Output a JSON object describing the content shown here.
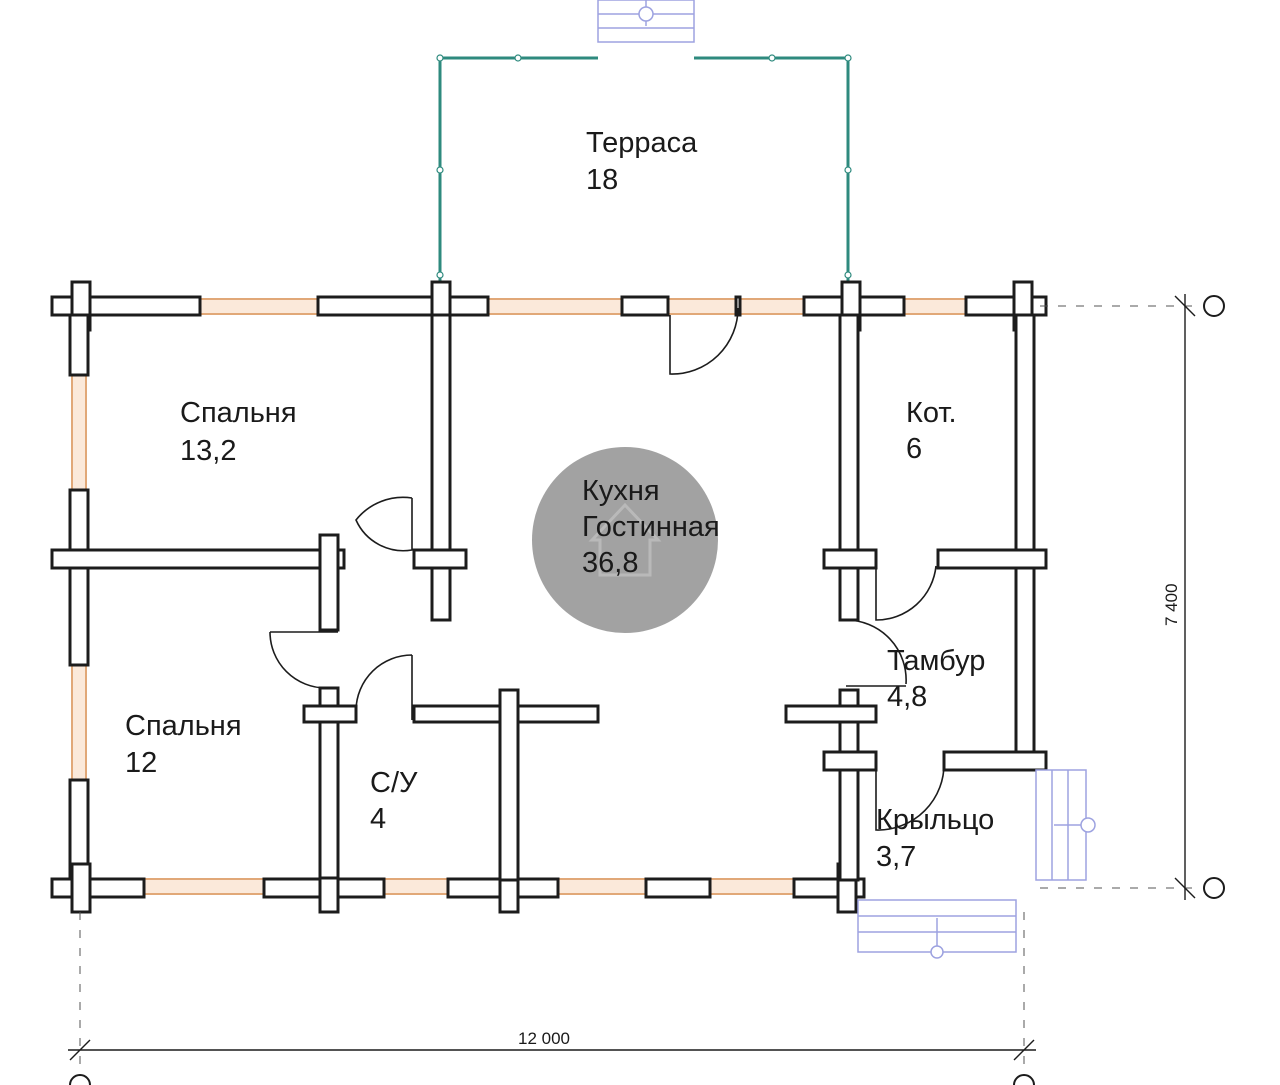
{
  "rooms": {
    "terrace": {
      "name": "Терраса",
      "area": "18"
    },
    "bedroom_top": {
      "name": "Спальня",
      "area": "13,2"
    },
    "kitchen": {
      "name": "Кухня",
      "name2": "Гостинная",
      "area": "36,8"
    },
    "boiler": {
      "name": "Кот.",
      "area": "6"
    },
    "vestibule": {
      "name": "Тамбур",
      "area": "4,8"
    },
    "bedroom_bottom": {
      "name": "Спальня",
      "area": "12"
    },
    "bathroom": {
      "name": "С/У",
      "area": "4"
    },
    "porch": {
      "name": "Крыльцо",
      "area": "3,7"
    }
  },
  "dimensions": {
    "width": "12 000",
    "depth": "7 400"
  },
  "colors": {
    "wall": "#1c1c1c",
    "window": "#e1a878",
    "terrace_rail": "#2e8a7e",
    "stairs": "#9da2e0",
    "watermark": "#8b8b8b"
  }
}
